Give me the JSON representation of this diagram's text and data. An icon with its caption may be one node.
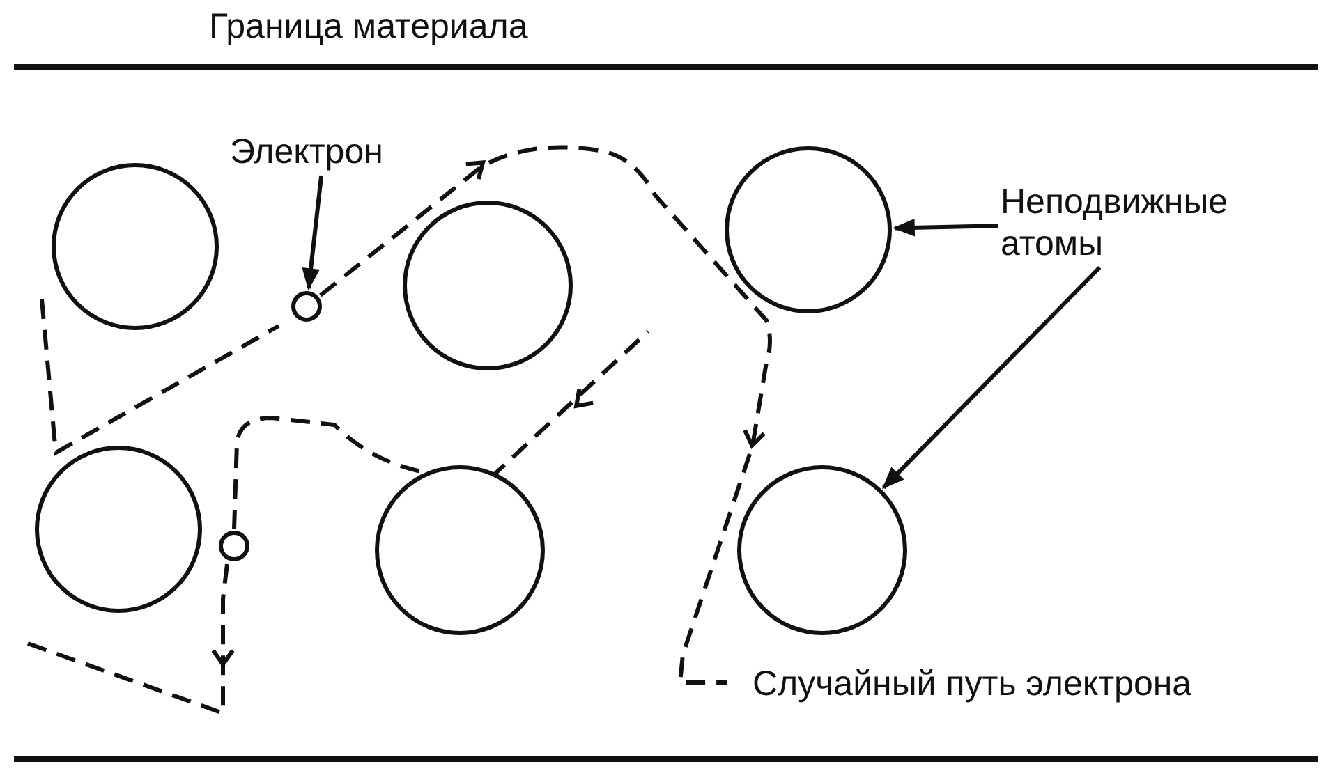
{
  "diagram": {
    "nodes": [
      {
        "text": [
          "Электрон"
        ]
      },
      {
        "text": [
          "Неподвижные атомы"
        ]
      },
      {
        "text": [],
        "shape": "circle"
      },
      {
        "text": [],
        "shape": "circle"
      },
      {
        "text": [],
        "shape": "circle"
      },
      {
        "text": [],
        "shape": "circle"
      },
      {
        "text": [],
        "shape": "circle"
      },
      {
        "text": [],
        "shape": "circle"
      },
      {
        "text": [],
        "shape": "circle"
      },
      {
        "text": [],
        "shape": "circle"
      }
    ],
    "edges": [
      {
        "from": 0,
        "to": 3,
        "arrow": "to"
      },
      {
        "from": 1,
        "to": 5,
        "arrow": "to"
      },
      {
        "from": 1,
        "to": 9,
        "arrow": "to"
      }
    ],
    "labels": [
      "Граница материала",
      "Случайный путь электрона"
    ]
  }
}
